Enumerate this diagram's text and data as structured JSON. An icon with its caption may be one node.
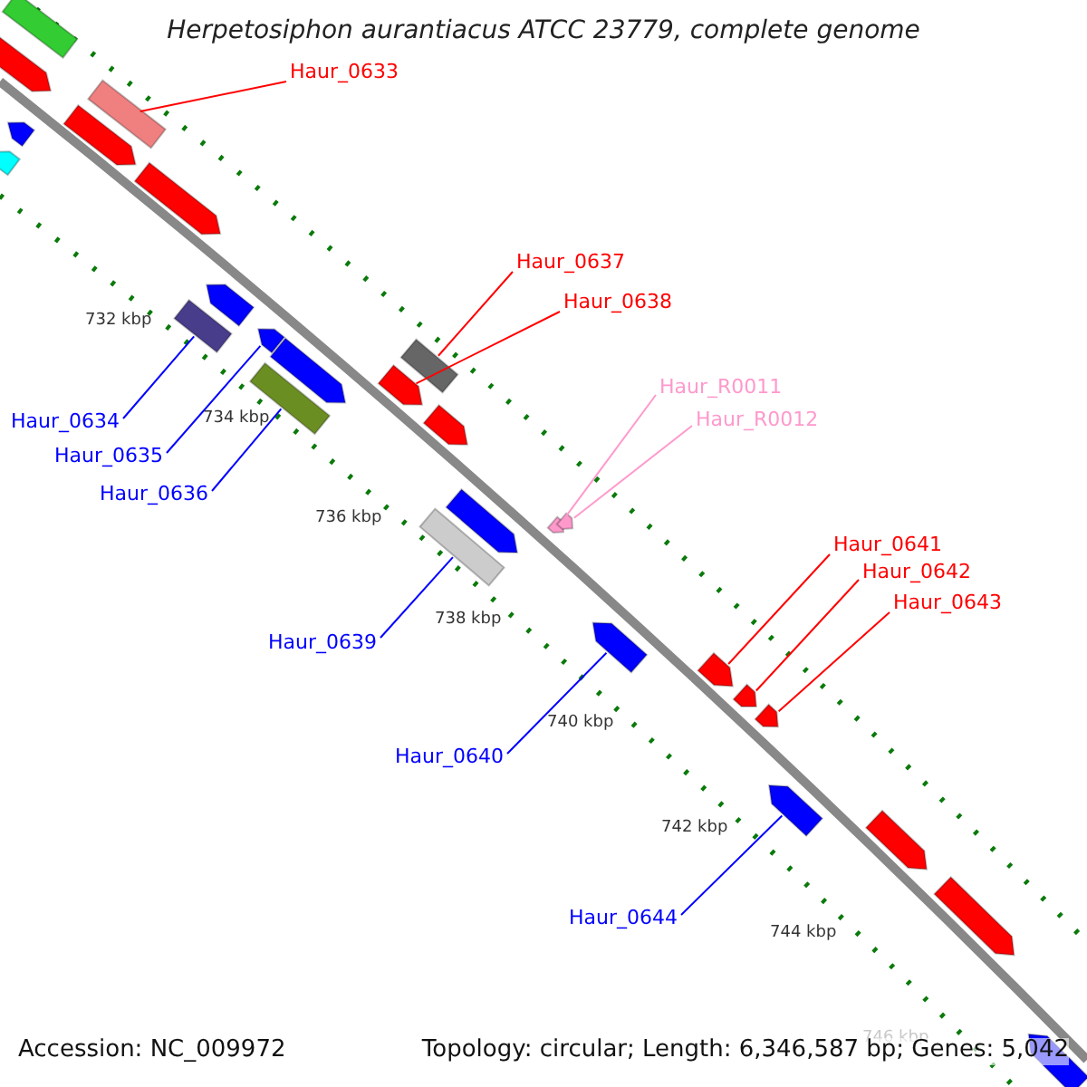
{
  "diagram": {
    "title": "Herpetosiphon aurantiacus ATCC 23779, complete genome",
    "nodes": [
      {
        "text": [
          "Haur_0633"
        ]
      },
      {
        "text": [
          "Haur_0634"
        ]
      },
      {
        "text": [
          "Haur_0635"
        ]
      },
      {
        "text": [
          "Haur_0636"
        ]
      },
      {
        "text": [
          "Haur_0637"
        ]
      },
      {
        "text": [
          "Haur_0638"
        ]
      },
      {
        "text": [
          "Haur_R0011"
        ]
      },
      {
        "text": [
          "Haur_R0012"
        ]
      },
      {
        "text": [
          "Haur_0639"
        ]
      },
      {
        "text": [
          "Haur_0640"
        ]
      },
      {
        "text": [
          "Haur_0641"
        ]
      },
      {
        "text": [
          "Haur_0642"
        ]
      },
      {
        "text": [
          "Haur_0643"
        ]
      },
      {
        "text": [
          "Haur_0644"
        ]
      },
      {
        "text": [],
        "shape": "bar"
      },
      {
        "text": [],
        "shape": "bar"
      },
      {
        "text": [],
        "shape": "bar"
      },
      {
        "text": [],
        "shape": "bar"
      },
      {
        "text": [],
        "shape": "bar"
      },
      {
        "text": [],
        "shape": "bar"
      },
      {
        "text": [],
        "shape": "bar"
      },
      {
        "text": [],
        "shape": "bar"
      },
      {
        "text": [],
        "shape": "bar"
      },
      {
        "text": [],
        "shape": "bar"
      },
      {
        "text": [],
        "shape": "bar"
      },
      {
        "text": [],
        "shape": "bar"
      },
      {
        "text": [],
        "shape": "bar"
      },
      {
        "text": [],
        "shape": "bar"
      },
      {
        "text": [],
        "shape": "bar"
      },
      {
        "text": [],
        "shape": "bar"
      },
      {
        "text": [],
        "shape": "bar"
      },
      {
        "text": [],
        "shape": "bar"
      },
      {
        "text": [],
        "shape": "bar"
      },
      {
        "text": [],
        "shape": "bar"
      },
      {
        "text": [],
        "shape": "bar"
      },
      {
        "text": [],
        "shape": "bar"
      },
      {
        "text": [],
        "shape": "bar"
      },
      {
        "text": [],
        "shape": "bar"
      },
      {
        "text": [],
        "shape": "bar"
      },
      {
        "text": [],
        "shape": "bar"
      },
      {
        "text": [],
        "shape": "bar"
      }
    ],
    "edges": [
      {
        "from": 0,
        "to": 14,
        "arrow": "none",
        "color": "#ff0000"
      },
      {
        "from": 1,
        "to": 15,
        "arrow": "none",
        "color": "#0000ff"
      },
      {
        "from": 2,
        "to": 16,
        "arrow": "none",
        "color": "#0000ff"
      },
      {
        "from": 3,
        "to": 17,
        "arrow": "none",
        "color": "#0000ff"
      },
      {
        "from": 4,
        "to": 18,
        "arrow": "none",
        "color": "#ff0000"
      },
      {
        "from": 5,
        "to": 19,
        "arrow": "none",
        "color": "#ff0000"
      },
      {
        "from": 6,
        "to": 20,
        "arrow": "none",
        "color": "#ff99cc"
      },
      {
        "from": 7,
        "to": 21,
        "arrow": "none",
        "color": "#ff99cc"
      },
      {
        "from": 8,
        "to": 22,
        "arrow": "none",
        "color": "#0000ff"
      },
      {
        "from": 9,
        "to": 23,
        "arrow": "none",
        "color": "#0000ff"
      },
      {
        "from": 10,
        "to": 24,
        "arrow": "none",
        "color": "#ff0000"
      },
      {
        "from": 11,
        "to": 25,
        "arrow": "none",
        "color": "#ff0000"
      },
      {
        "from": 12,
        "to": 26,
        "arrow": "none",
        "color": "#ff0000"
      },
      {
        "from": 13,
        "to": 27,
        "arrow": "none",
        "color": "#0000ff"
      }
    ],
    "labels": [
      "732 kbp",
      "734 kbp",
      "736 kbp",
      "738 kbp",
      "740 kbp",
      "742 kbp",
      "744 kbp",
      "746 kbp",
      "Accession: NC_009972",
      "Topology: circular; Length: 6,346,587 bp; Genes: 5,042"
    ]
  }
}
